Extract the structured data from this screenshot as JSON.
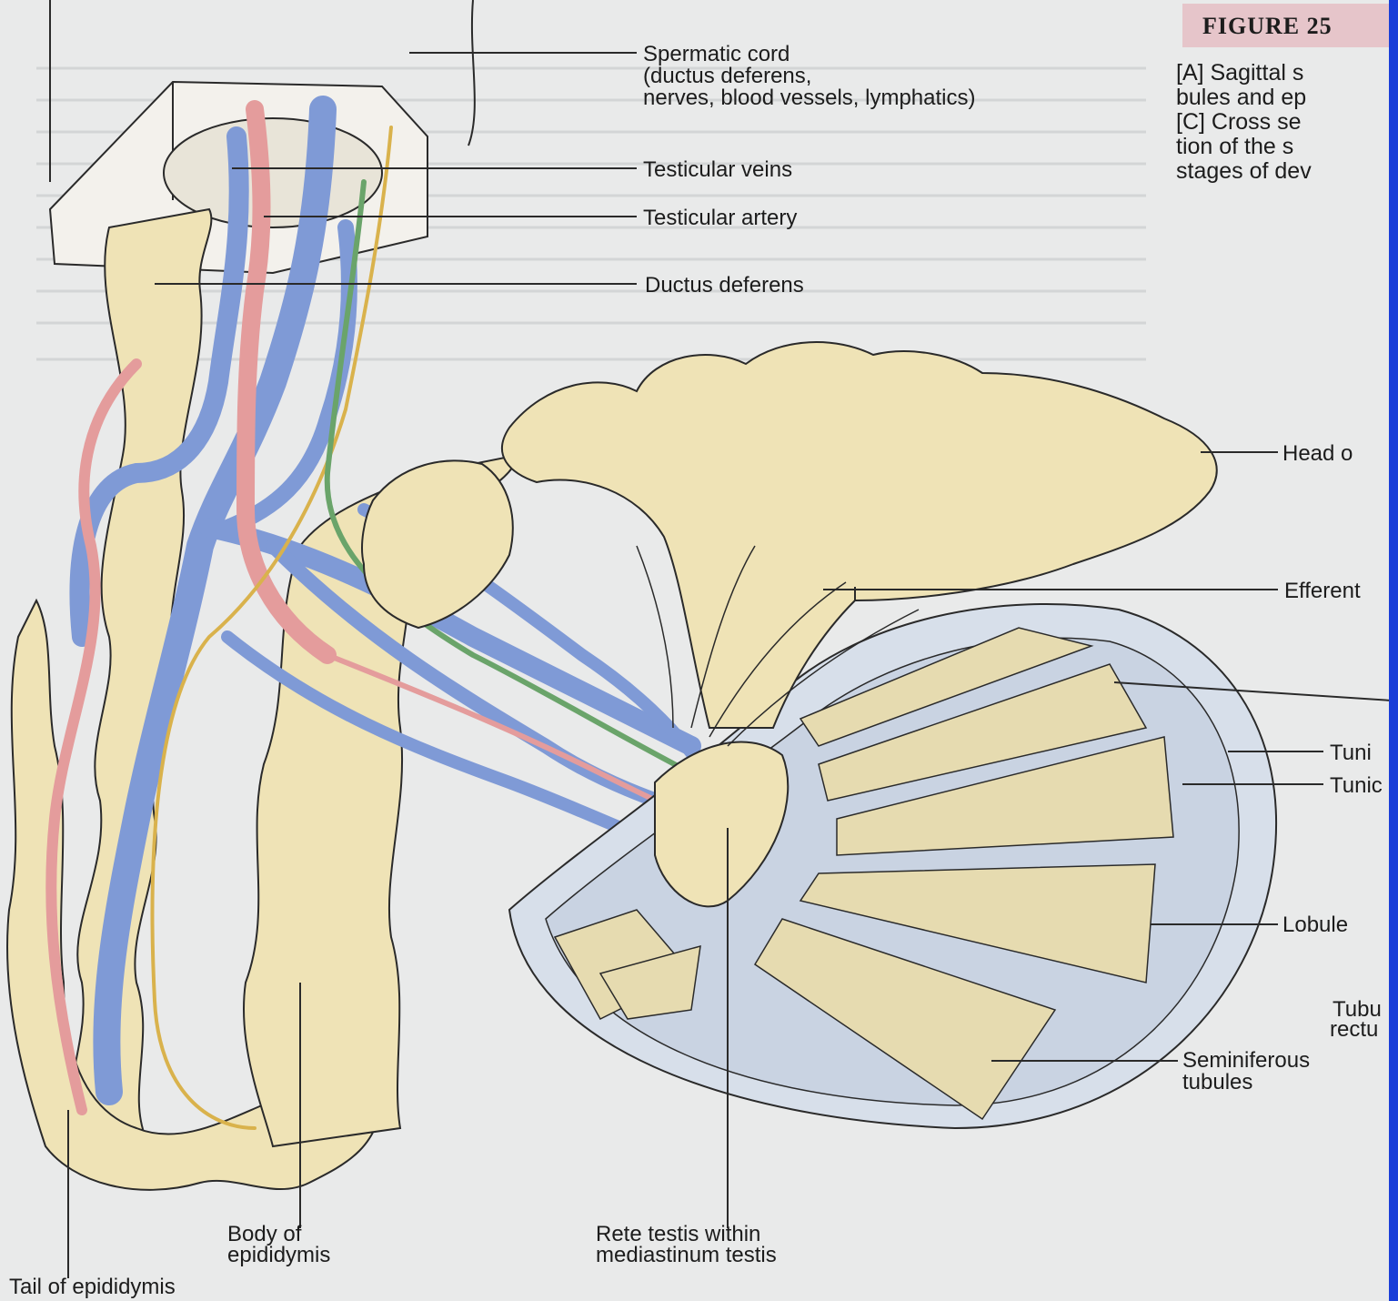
{
  "figure": {
    "title": "FIGURE 25",
    "caption_lines": [
      "[A] Sagittal s",
      "bules and ep",
      "[C] Cross se",
      "tion of the s",
      "stages of dev"
    ]
  },
  "labels": {
    "spermatic_cord": [
      "Spermatic cord",
      "(ductus deferens,",
      "nerves, blood vessels, lymphatics)"
    ],
    "testicular_veins": "Testicular veins",
    "testicular_artery": "Testicular artery",
    "ductus_deferens": "Ductus deferens",
    "head_epididymis": "Head o",
    "efferent": "Efferent",
    "tunica_1": "Tuni",
    "tunica_2": "Tunic",
    "lobule": "Lobule",
    "tubuli_recti": [
      "Tubu",
      "rectu"
    ],
    "seminiferous": [
      "Seminiferous",
      "tubules"
    ],
    "body_epididymis": [
      "Body of",
      "epididymis"
    ],
    "rete_testis": [
      "Rete testis within",
      "mediastinum testis"
    ],
    "tail_epididymis": "Tail of epididymis"
  },
  "colors": {
    "tubule": "#efe3b6",
    "vein": "#7f9ad6",
    "artery": "#e49c9c",
    "nerve": "#d9b24c",
    "nerve_green": "#6aa46a",
    "capsule": "#c9d3e2",
    "outline": "#2a2a2a",
    "banner": "#e6c5ca",
    "edge_bar": "#1a3fd8"
  }
}
